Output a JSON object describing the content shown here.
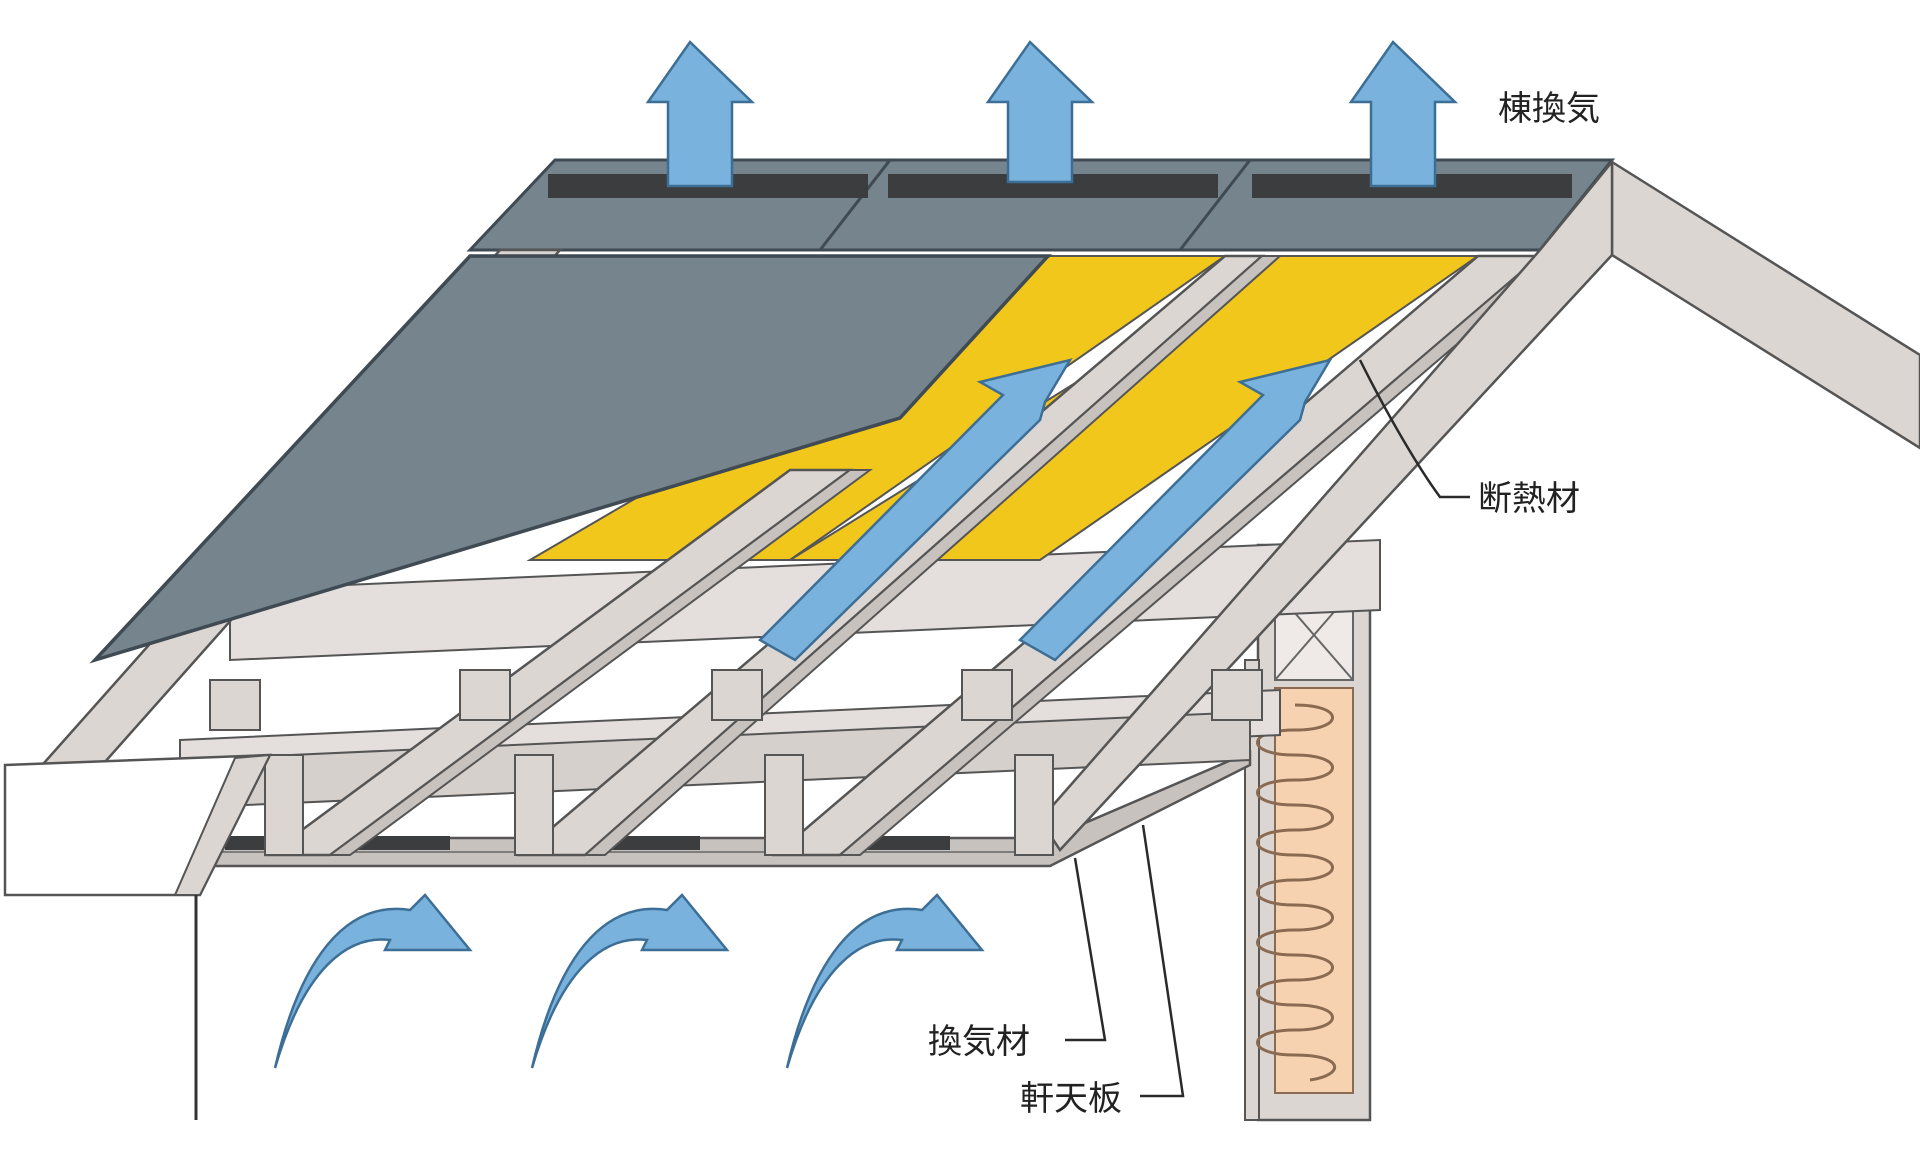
{
  "labels": {
    "ridge_vent": "棟換気",
    "insulation": "断熱材",
    "vent_material": "換気材",
    "soffit": "軒天板"
  },
  "colors": {
    "background": "#ffffff",
    "roofing": "#75848d",
    "roofing_edge": "#3f4a52",
    "vent_slot": "#3b3d3f",
    "insulation": "#f2c71c",
    "timber": "#dcd6d3",
    "timber_edge": "#555555",
    "airflow_arrow": "#78b2dd",
    "airflow_edge": "#3d6f96",
    "wall_insulation": "#f6d2b0",
    "wall_insulation_line": "#8a6a50",
    "label_text": "#222222"
  },
  "arrows": {
    "ridge_exhaust_count": 3,
    "rafter_flow_count": 2,
    "eave_intake_count": 3
  }
}
